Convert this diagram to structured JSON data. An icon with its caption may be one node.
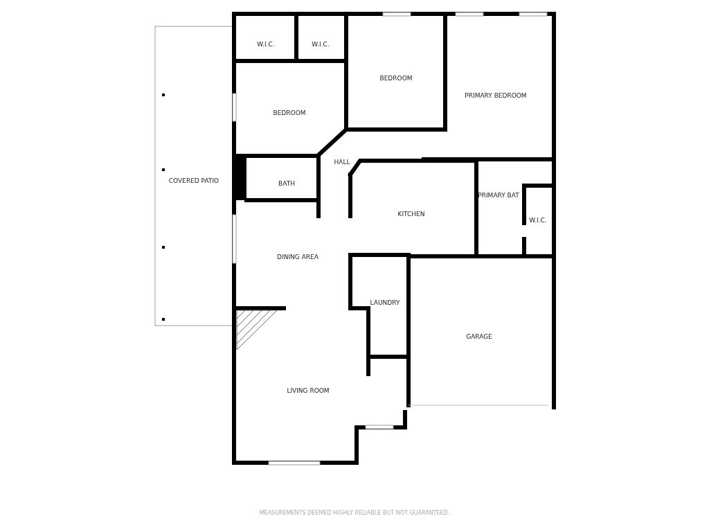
{
  "diagram": {
    "caption": "MEASUREMENTS DEEMED HIGHLY RELIABLE BUT NOT GUARANTEED.",
    "labels": [
      "W.I.C.",
      "W.I.C.",
      "BEDROOM",
      "PRIMARY BEDROOM",
      "BEDROOM",
      "HALL",
      "COVERED PATIO",
      "BATH",
      "PRIMARY BAT",
      "KITCHEN",
      "W.I.C.",
      "DINING AREA",
      "LAUNDRY",
      "GARAGE",
      "LIVING ROOM"
    ]
  }
}
